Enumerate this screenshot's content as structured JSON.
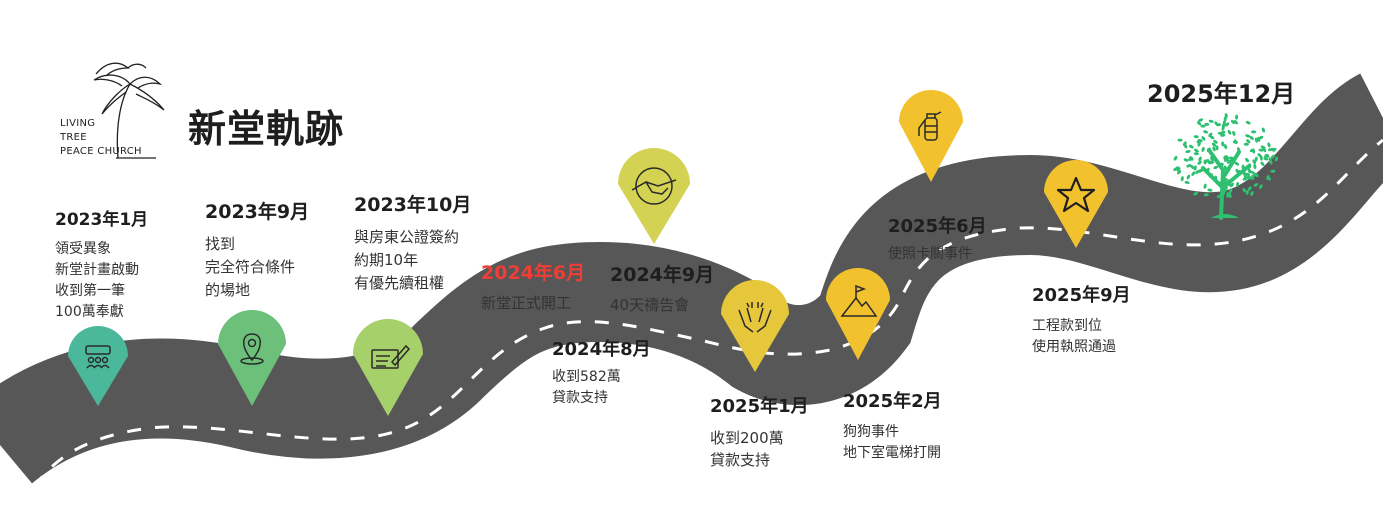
{
  "title": "新堂軌跡",
  "logo": {
    "line1": "LIVING",
    "line2": "TREE",
    "line3": "PEACE CHURCH"
  },
  "colors": {
    "road": "#575757",
    "dash": "#ffffff",
    "pin_teal": "#4bb89c",
    "pin_green": "#6cc07a",
    "pin_lightgreen": "#a6d06a",
    "pin_olive": "#d3d252",
    "pin_yellow": "#f2c12e",
    "highlight_red": "#ef3e36",
    "tree": "#2fbf71"
  },
  "events": [
    {
      "date": "2023年1月",
      "lines": [
        "領受異象",
        "新堂計畫啟動",
        "收到第一筆",
        "100萬奉獻"
      ],
      "icon": "people-group-icon"
    },
    {
      "date": "2023年9月",
      "lines": [
        "找到",
        "完全符合條件",
        "的場地"
      ],
      "icon": "location-pin-icon"
    },
    {
      "date": "2023年10月",
      "lines": [
        "與房東公證簽約",
        "約期10年",
        "有優先續租權"
      ],
      "icon": "contract-signing-icon"
    },
    {
      "date": "2024年6月",
      "lines": [
        "新堂正式開工"
      ],
      "highlight": true
    },
    {
      "date": "2024年8月",
      "lines": [
        "收到582萬",
        "貸款支持"
      ]
    },
    {
      "date": "2024年9月",
      "lines": [
        "40天禱告會"
      ],
      "icon": "handshake-icon"
    },
    {
      "date": "2025年1月",
      "lines": [
        "收到200萬",
        "貸款支持"
      ],
      "icon": "praying-hands-icon"
    },
    {
      "date": "2025年2月",
      "lines": [
        "狗狗事件",
        "地下室電梯打開"
      ],
      "icon": "mountain-flag-icon"
    },
    {
      "date": "2025年6月",
      "lines": [
        "使照卡關事件"
      ],
      "icon": "fire-extinguisher-icon"
    },
    {
      "date": "2025年9月",
      "lines": [
        "工程款到位",
        "使用執照通過"
      ],
      "icon": "star-icon"
    },
    {
      "date": "2025年12月",
      "lines": [],
      "icon": "tree-icon"
    }
  ]
}
